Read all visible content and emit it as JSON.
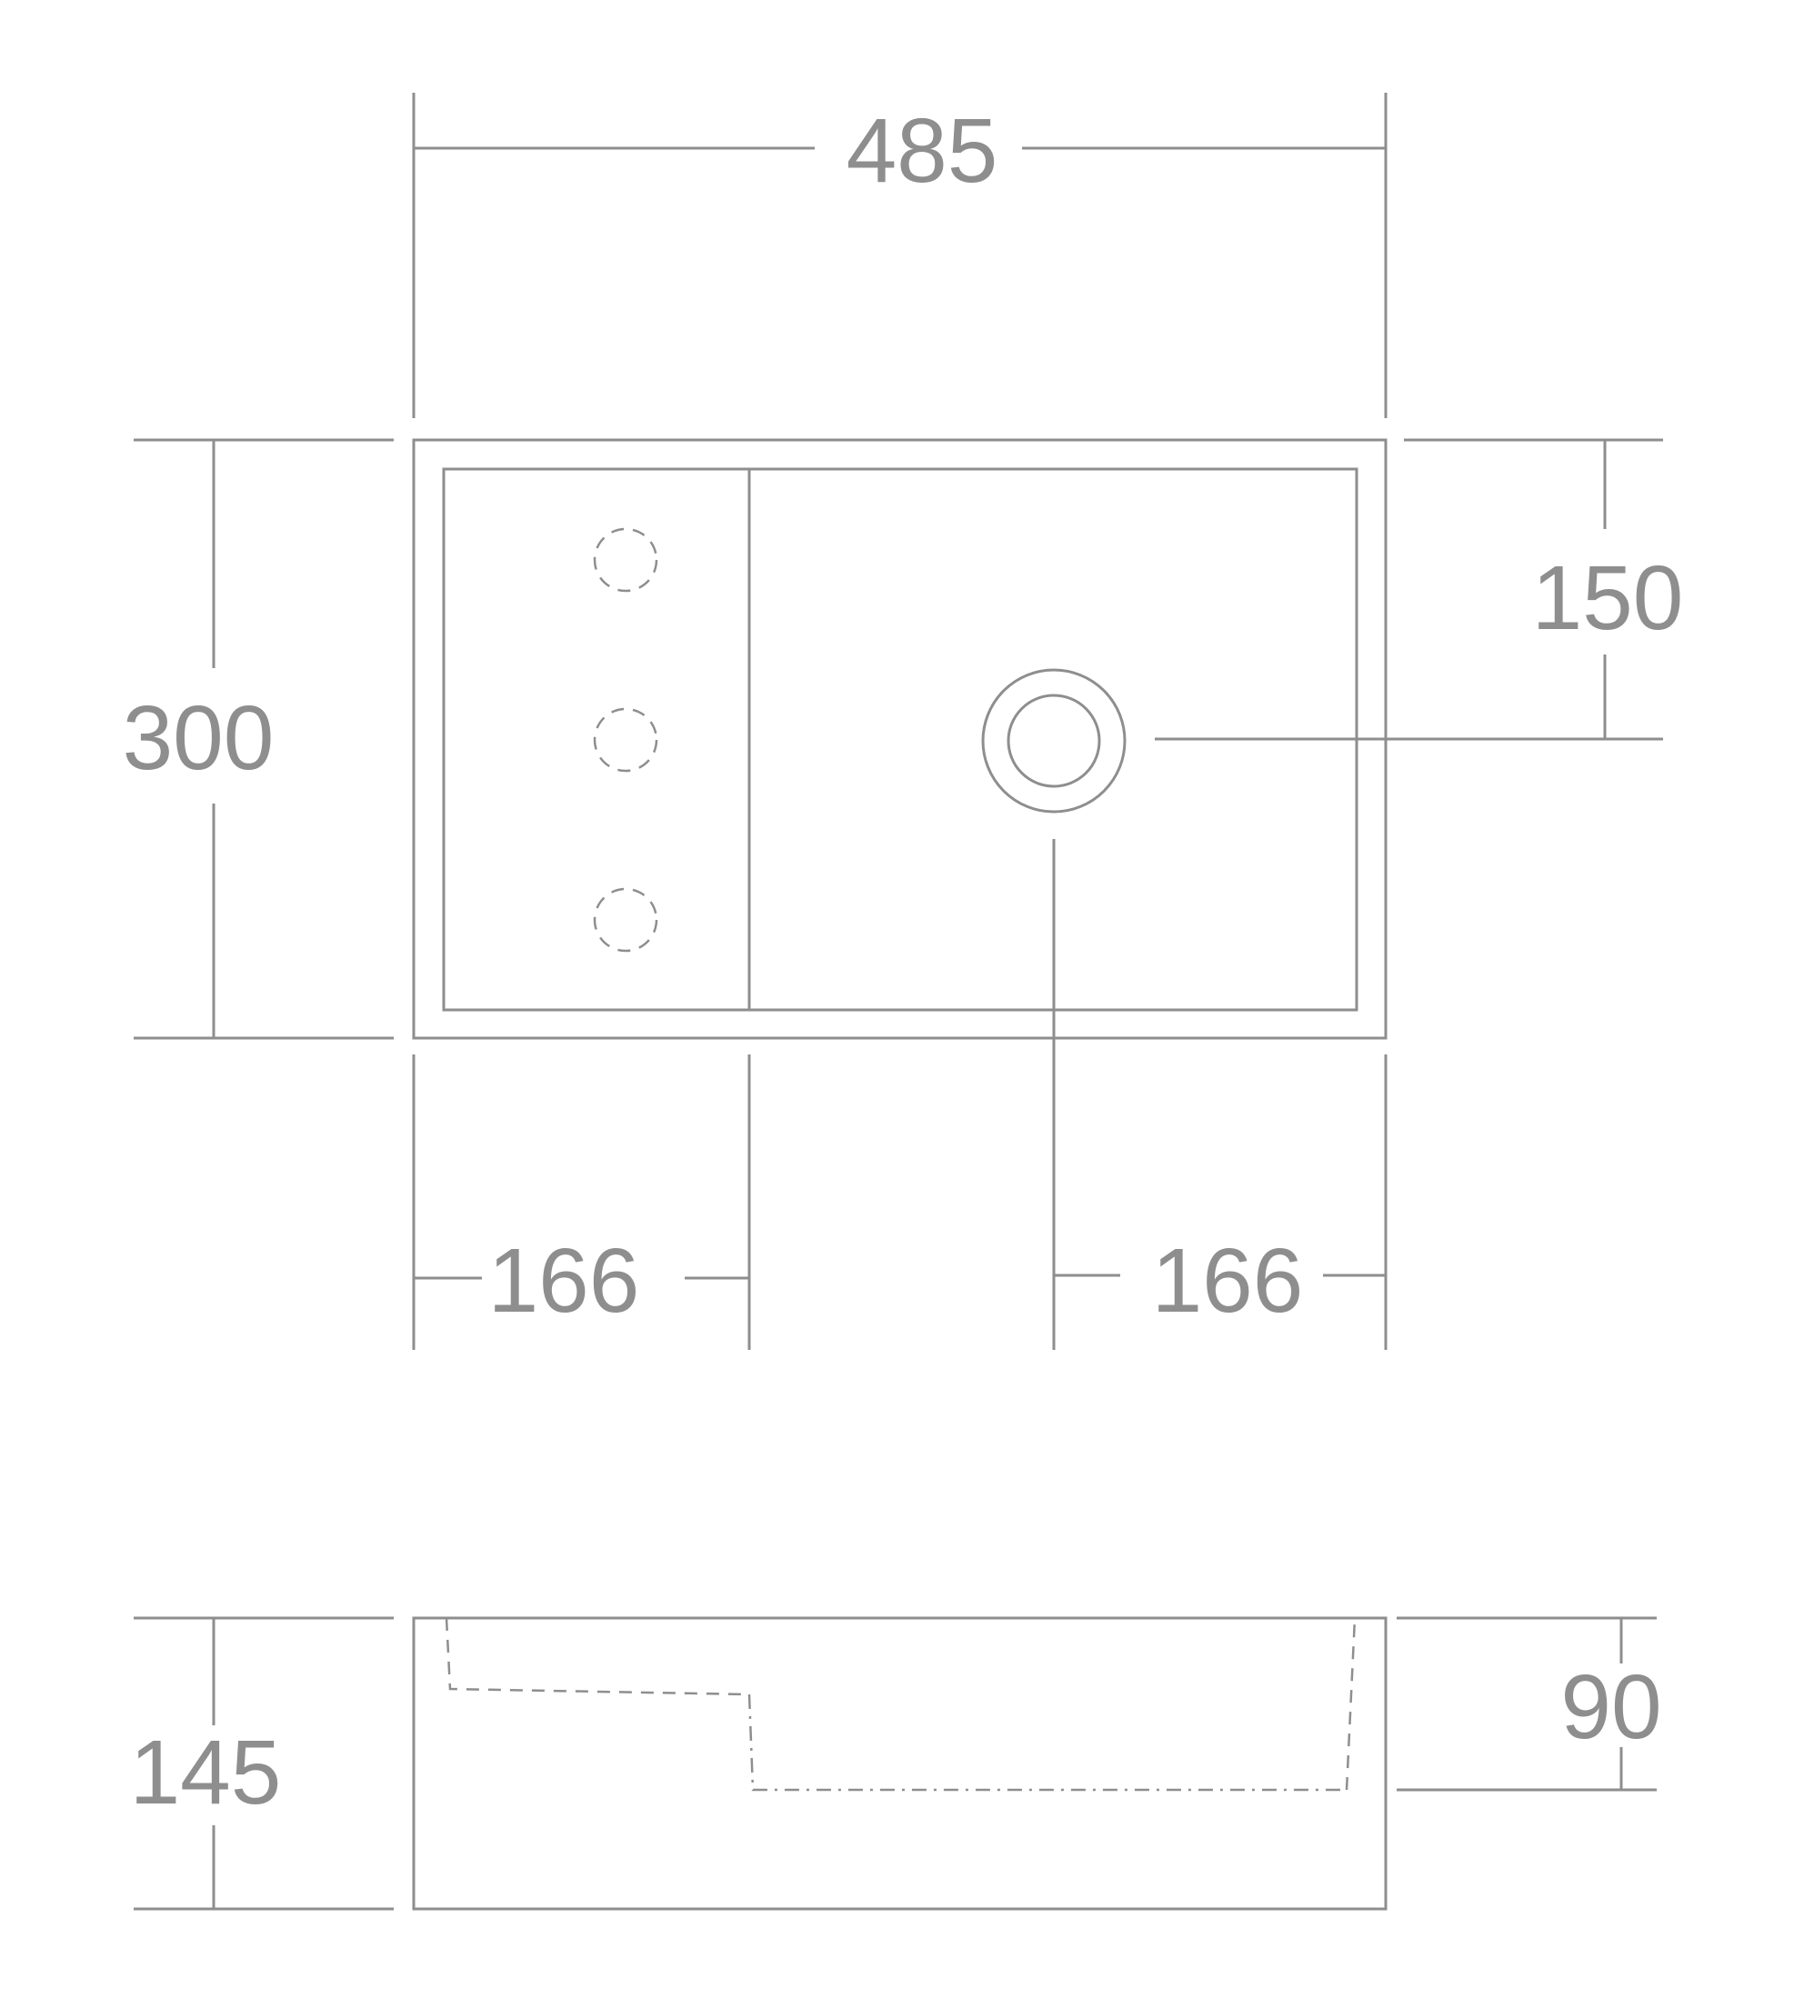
{
  "dimensions": {
    "width": "485",
    "depth": "300",
    "drain_offset": "150",
    "left_deck": "166",
    "right_drain": "166",
    "height": "145",
    "basin_depth": "90"
  },
  "colors": {
    "line": "#8e8e8e",
    "background": "#ffffff"
  }
}
